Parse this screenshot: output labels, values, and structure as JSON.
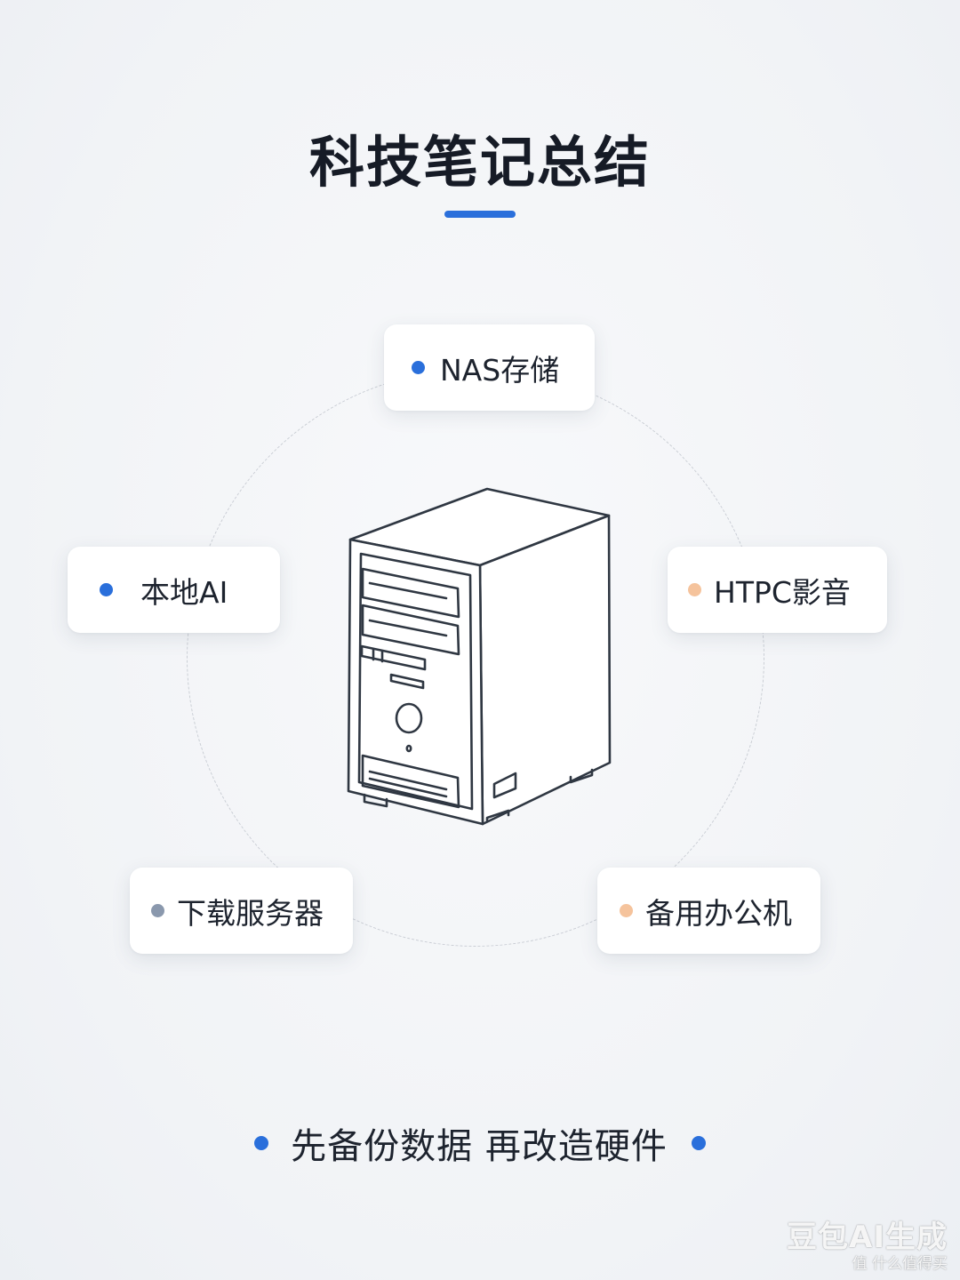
{
  "title": "科技笔记总结",
  "colors": {
    "accent": "#2a6fdb",
    "dot_blue": "#2a6fdb",
    "dot_peach": "#f5c39c",
    "dot_gray": "#8a98ad"
  },
  "center_icon": "nas-server-tower-icon",
  "cards": {
    "nas": {
      "label": "NAS存储",
      "dot": "#2a6fdb"
    },
    "local_ai": {
      "label": "本地AI",
      "dot": "#2a6fdb"
    },
    "htpc": {
      "label": "HTPC影音",
      "dot": "#f5c39c"
    },
    "download": {
      "label": "下载服务器",
      "dot": "#8a98ad"
    },
    "office": {
      "label": "备用办公机",
      "dot": "#f5c39c"
    }
  },
  "footer": {
    "text": "先备份数据 再改造硬件"
  },
  "watermark": {
    "main": "豆包AI生成",
    "sub": "值 什么值得买"
  }
}
